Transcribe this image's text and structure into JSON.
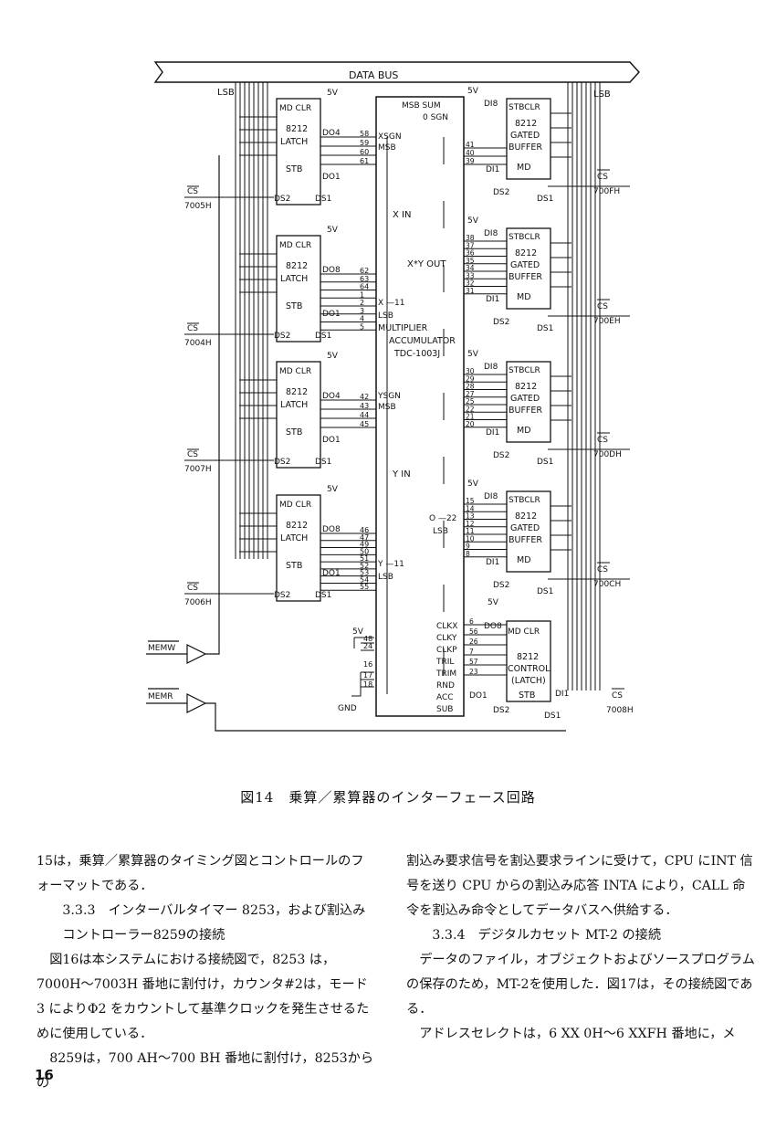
{
  "figure": {
    "caption": "図14　乗算／累算器のインターフェース回路",
    "data_bus": "DATA BUS",
    "latches": [
      {
        "cs": "CS",
        "addr": "7005H",
        "name": "8212",
        "kind": "LATCH",
        "top_pin": "DO4",
        "bot_pin": "DO1",
        "pins": [
          "58",
          "59",
          "60",
          "61"
        ]
      },
      {
        "cs": "CS",
        "addr": "7004H",
        "name": "8212",
        "kind": "LATCH",
        "top_pin": "DO8",
        "bot_pin": "DO1",
        "pins": [
          "62",
          "63",
          "64",
          "1",
          "2",
          "3",
          "4",
          "5"
        ]
      },
      {
        "cs": "CS",
        "addr": "7007H",
        "name": "8212",
        "kind": "LATCH",
        "top_pin": "DO4",
        "bot_pin": "DO1",
        "pins": [
          "42",
          "43",
          "44",
          "45"
        ]
      },
      {
        "cs": "CS",
        "addr": "7006H",
        "name": "8212",
        "kind": "LATCH",
        "top_pin": "DO8",
        "bot_pin": "DO1",
        "pins": [
          "46",
          "47",
          "49",
          "50",
          "51",
          "52",
          "53",
          "54",
          "55"
        ]
      }
    ],
    "buffers": [
      {
        "cs": "CS",
        "addr": "700FH",
        "name": "8212",
        "l1": "GATED",
        "l2": "BUFFER",
        "top_pin": "DI8",
        "bot_pin": "DI1",
        "pins": [
          "41",
          "40",
          "39"
        ]
      },
      {
        "cs": "CS",
        "addr": "700EH",
        "name": "8212",
        "l1": "GATED",
        "l2": "BUFFER",
        "top_pin": "DI8",
        "bot_pin": "DI1",
        "pins": [
          "38",
          "37",
          "36",
          "35",
          "34",
          "33",
          "32",
          "31"
        ]
      },
      {
        "cs": "CS",
        "addr": "700DH",
        "name": "8212",
        "l1": "GATED",
        "l2": "BUFFER",
        "top_pin": "DI8",
        "bot_pin": "DI1",
        "pins": [
          "30",
          "29",
          "28",
          "27",
          "25",
          "22",
          "21",
          "20"
        ]
      },
      {
        "cs": "CS",
        "addr": "700CH",
        "name": "8212",
        "l1": "GATED",
        "l2": "BUFFER",
        "top_pin": "DI8",
        "bot_pin": "DI1",
        "pins": [
          "15",
          "14",
          "13",
          "12",
          "11",
          "10",
          "9",
          "8"
        ]
      }
    ],
    "control": {
      "cs": "CS",
      "addr": "7008H",
      "name": "8212",
      "l1": "CONTROL",
      "l2": "(LATCH)",
      "top_pin": "DO8",
      "bot_pin": "DI1",
      "pins": [
        "6",
        "56",
        "26",
        "7",
        "57",
        "23"
      ]
    },
    "chip": {
      "name1": "MULTIPLIER",
      "name2": "ACCUMULATOR",
      "part": "TDC-1003J",
      "msb_sum": "MSB SUM",
      "sgn": "0 SGN",
      "xsgn": "XSGN",
      "msb": "MSB",
      "xin": "X IN",
      "x11": "X —11",
      "lsb": "LSB",
      "ysgn": "YSGN",
      "yin": "Y IN",
      "y11": "Y —11",
      "xyout": "X*Y OUT",
      "o22": "O —22",
      "ctrl_pins": [
        "CLKX",
        "CLKY",
        "CLKP",
        "TRIL",
        "TRIM",
        "RND",
        "ACC",
        "SUB"
      ],
      "gnd_pins": [
        "48",
        "24",
        "16",
        "17",
        "18"
      ]
    },
    "misc": {
      "v5": "5V",
      "lsb": "LSB",
      "md": "MD",
      "clr": "CLR",
      "stb": "STB",
      "stbclr": "STBCLR",
      "ds1": "DS1",
      "ds2": "DS2",
      "gnd": "GND",
      "memw": "MEMW",
      "memr": "MEMR"
    }
  },
  "text": {
    "left": [
      "15は，乗算／累算器のタイミング図とコントロールのフォーマットである．",
      "3.3.3　インターバルタイマー 8253，および割込みコントローラー8259の接続",
      "図16は本システムにおける接続図で，8253 は，7000H〜7003H 番地に割付け，カウンタ#2は，モード 3 によりΦ2 をカウントして基準クロックを発生させるために使用している．",
      "8259は，700 AH〜700 BH 番地に割付け，8253からの"
    ],
    "right": [
      "割込み要求信号を割込要求ラインに受けて，CPU にINT 信号を送り CPU からの割込み応答 INTA により，CALL 命令を割込み命令としてデータバスへ供給する．",
      "3.3.4　デジタルカセット MT-2 の接続",
      "データのファイル，オブジェクトおよびソースプログラムの保存のため，MT-2を使用した．図17は，その接続図である．",
      "アドレスセレクトは，6 XX 0H〜6 XXFH 番地に，メ"
    ]
  },
  "page_number": "16"
}
